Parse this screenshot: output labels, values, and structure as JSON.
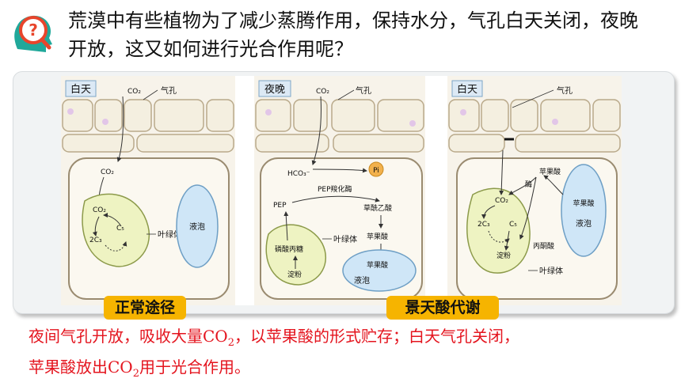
{
  "question": {
    "line1": "荒漠中有些植物为了减少蒸腾作用，保持水分，气孔白天关闭，夜晚",
    "line2": "开放，这又如何进行光合作用呢？"
  },
  "icon": {
    "name": "question-magnifier-head-icon",
    "accent": "#e8452c",
    "head_color": "#20a89a"
  },
  "panels": {
    "left": {
      "title": "白天",
      "co2_top": "CO₂",
      "stomata": "气孔",
      "co2_mid": "CO₂",
      "chloro_co2": "CO₂",
      "c5": "C₅",
      "c3": "2C₃",
      "chloroplast": "叶绿体",
      "vacuole": "液泡"
    },
    "middle": {
      "title": "夜晚",
      "co2_top": "CO₂",
      "stomata": "气孔",
      "hco3": "HCO₃⁻",
      "pi": "Pi",
      "enzyme": "PEP羧化酶",
      "pep": "PEP",
      "oaa": "草酰乙酸",
      "malate1": "苹果酸",
      "malate2": "苹果酸",
      "vacuole": "液泡",
      "chloroplast": "叶绿体",
      "pep_precursor": "磷酸丙糖",
      "starch": "淀粉"
    },
    "right": {
      "title": "白天",
      "stomata": "气孔",
      "malate": "苹果酸",
      "enzyme": "酶",
      "co2": "CO₂",
      "c3": "2C₃",
      "c5": "C₅",
      "pyruvate": "丙酮酸",
      "starch": "淀粉",
      "chloroplast": "叶绿体",
      "vac_malate": "苹果酸",
      "vacuole": "液泡"
    }
  },
  "tags": {
    "normal": "正常途径",
    "cam": "景天酸代谢"
  },
  "answer": {
    "line1_a": "夜间气孔开放，吸收大量CO",
    "line1_sub": "2",
    "line1_b": "，以苹果酸的形式贮存；白天气孔关闭，",
    "line2_a": "苹果酸放出CO",
    "line2_sub": "2",
    "line2_b": "用于光合作用。"
  },
  "colors": {
    "answer_text": "#e4141e",
    "tag_bg": "#f6b400",
    "cell_fill": "#f4efe0",
    "chloroplast_fill": "#eef3c2",
    "vacuole_fill": "#cfe6f7"
  }
}
